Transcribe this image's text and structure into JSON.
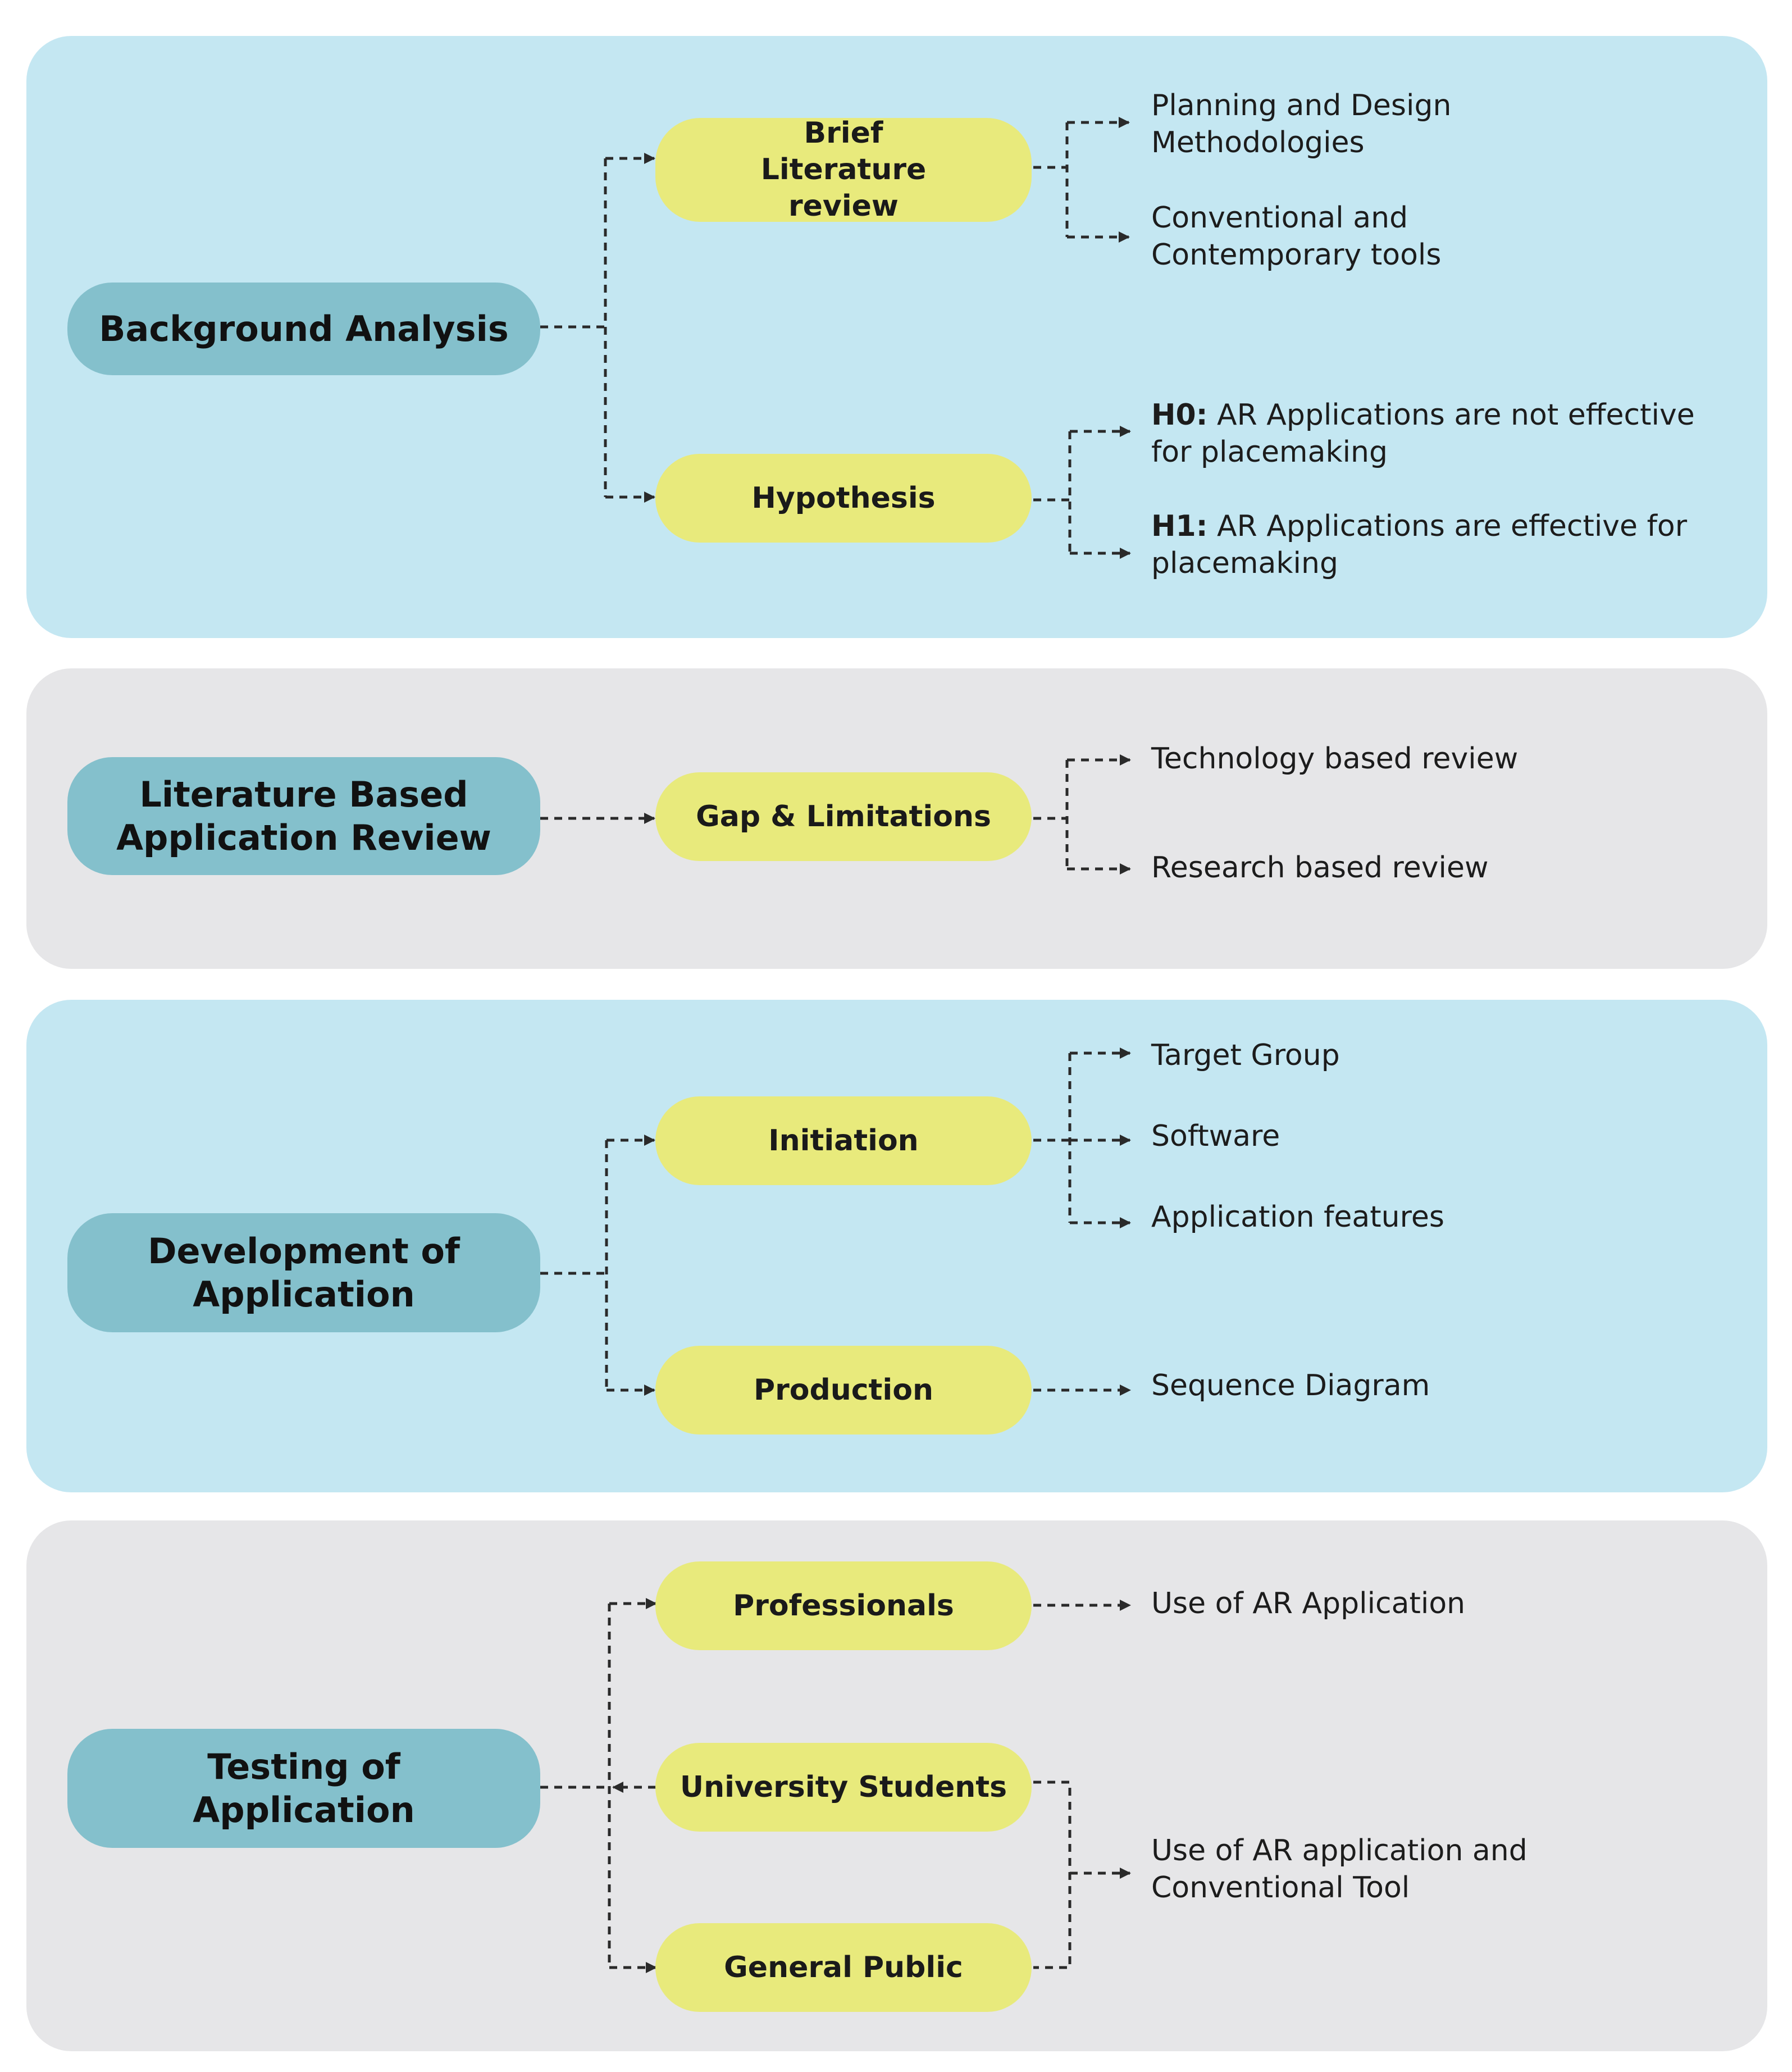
{
  "sections": [
    {
      "phase": "Background Analysis",
      "nodes": [
        "Brief Literature review",
        "Hypothesis"
      ],
      "leaves": [
        [
          "Planning and Design",
          "Methodologies"
        ],
        [
          "Conventional and",
          "Contemporary tools"
        ]
      ],
      "hypotheses": [
        {
          "prefix": "H0:",
          "line1": " AR Applications are not effective",
          "line2": "for placemaking"
        },
        {
          "prefix": "H1:",
          "line1": " AR Applications are effective for",
          "line2": "placemaking"
        }
      ]
    },
    {
      "phase": "Literature Based Application Review",
      "nodes": [
        "Gap & Limitations"
      ],
      "leaves": [
        "Technology based review",
        "Research based review"
      ]
    },
    {
      "phase": "Development of Application",
      "nodes": [
        "Initiation",
        "Production"
      ],
      "leaves": [
        "Target Group",
        "Software",
        "Application features",
        "Sequence Diagram"
      ]
    },
    {
      "phase": "Testing of Application",
      "nodes": [
        "Professionals",
        "University Students",
        "General Public"
      ],
      "leaves": [
        "Use of AR Application",
        [
          "Use of AR application and",
          "Conventional Tool"
        ]
      ]
    }
  ],
  "colors": {
    "panel_blue": "#c4e7f2",
    "panel_grey": "#e6e6e8",
    "phase_fill": "#84c0cc",
    "node_fill": "#e8ea7c",
    "connector": "#2a2a2a"
  }
}
